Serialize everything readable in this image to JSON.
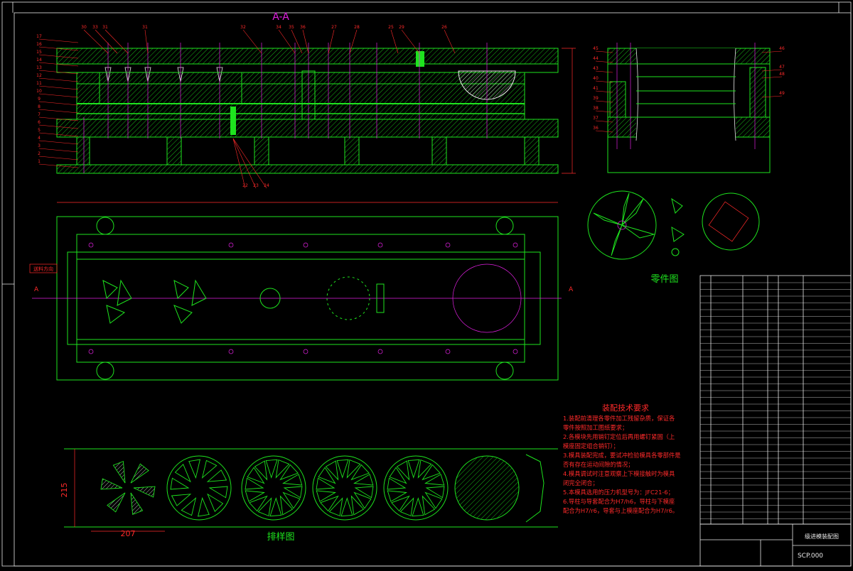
{
  "section_title": "A-A",
  "part_drawing_title": "零件图",
  "layout_drawing_title": "排样图",
  "tech_requirements": {
    "title": "装配技术要求",
    "lines": [
      "1.装配前清理各零件加工残留杂质，保证各",
      "零件按照加工图纸要求；",
      "2.各模块先用销钉定位后再用螺钉紧固（上",
      "模座固定组合销钉）；",
      "3.模具装配完成，要试冲检验模具各零部件是",
      "否有存在运动间隙的情况；",
      "4.模具调试时注意观察上下模接触时为模具",
      "闭完全闭合；",
      "5.本模具选用的压力机型号为：JFC21-6；",
      "6.导柱与导套配合为H7/h6，导柱与下模座",
      "配合为H7/r6，导套与上模座配合为H7/r6。"
    ]
  },
  "dims": {
    "strip_width": "215",
    "strip_pitch": "207"
  },
  "arrow_label": "A",
  "feed_label": "送料方向",
  "balloons_top": [
    "30",
    "33",
    "31",
    "31",
    "32",
    "34",
    "35",
    "36",
    "27",
    "28",
    "25",
    "29",
    "26"
  ],
  "balloons_left": [
    "17",
    "16",
    "15",
    "14",
    "13",
    "12",
    "11",
    "10",
    "9",
    "8",
    "7",
    "6",
    "5",
    "4",
    "3",
    "2",
    "1"
  ],
  "balloons_bottom": [
    "22",
    "23",
    "24"
  ],
  "balloons_right_view_left": [
    "45",
    "44",
    "43",
    "40",
    "41",
    "39",
    "38",
    "37",
    "36"
  ],
  "balloons_right_view_right": [
    "46",
    "47",
    "48",
    "49"
  ],
  "title_block": {
    "drawing_name": "级进模装配图",
    "drawing_number": "SCP.000"
  },
  "colors": {
    "background": "#000000",
    "outline": "#1ee31e",
    "centerline": "#e020e0",
    "note_text": "#ff2a2a",
    "frame": "#e8e8e8"
  }
}
